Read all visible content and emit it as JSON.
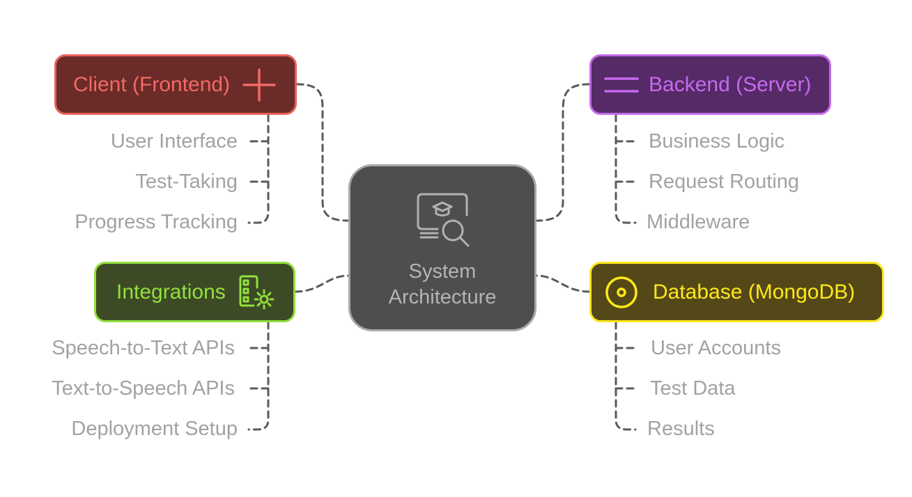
{
  "center": {
    "title_line1": "System",
    "title_line2": "Architecture",
    "icon": "education-search-icon"
  },
  "branches": {
    "client": {
      "label": "Client (Frontend)",
      "icon": "plus-icon",
      "fill": "#6b2b28",
      "border": "#e8605a",
      "text_color": "#f26a64",
      "items": [
        "User Interface",
        "Test-Taking",
        "Progress Tracking"
      ]
    },
    "backend": {
      "label": "Backend (Server)",
      "icon": "menu-lines-icon",
      "fill": "#552a66",
      "border": "#c469e9",
      "text_color": "#c76aef",
      "items": [
        "Business Logic",
        "Request Routing",
        "Middleware"
      ]
    },
    "integrations": {
      "label": "Integrations",
      "icon": "document-gear-icon",
      "fill": "#3c4a26",
      "border": "#92df3b",
      "text_color": "#93e03c",
      "items": [
        "Speech-to-Text APIs",
        "Text-to-Speech APIs",
        "Deployment Setup"
      ]
    },
    "database": {
      "label": "Database (MongoDB)",
      "icon": "target-circle-icon",
      "fill": "#544819",
      "border": "#ffe81a",
      "text_color": "#ffe81a",
      "items": [
        "User Accounts",
        "Test Data",
        "Results"
      ]
    }
  }
}
